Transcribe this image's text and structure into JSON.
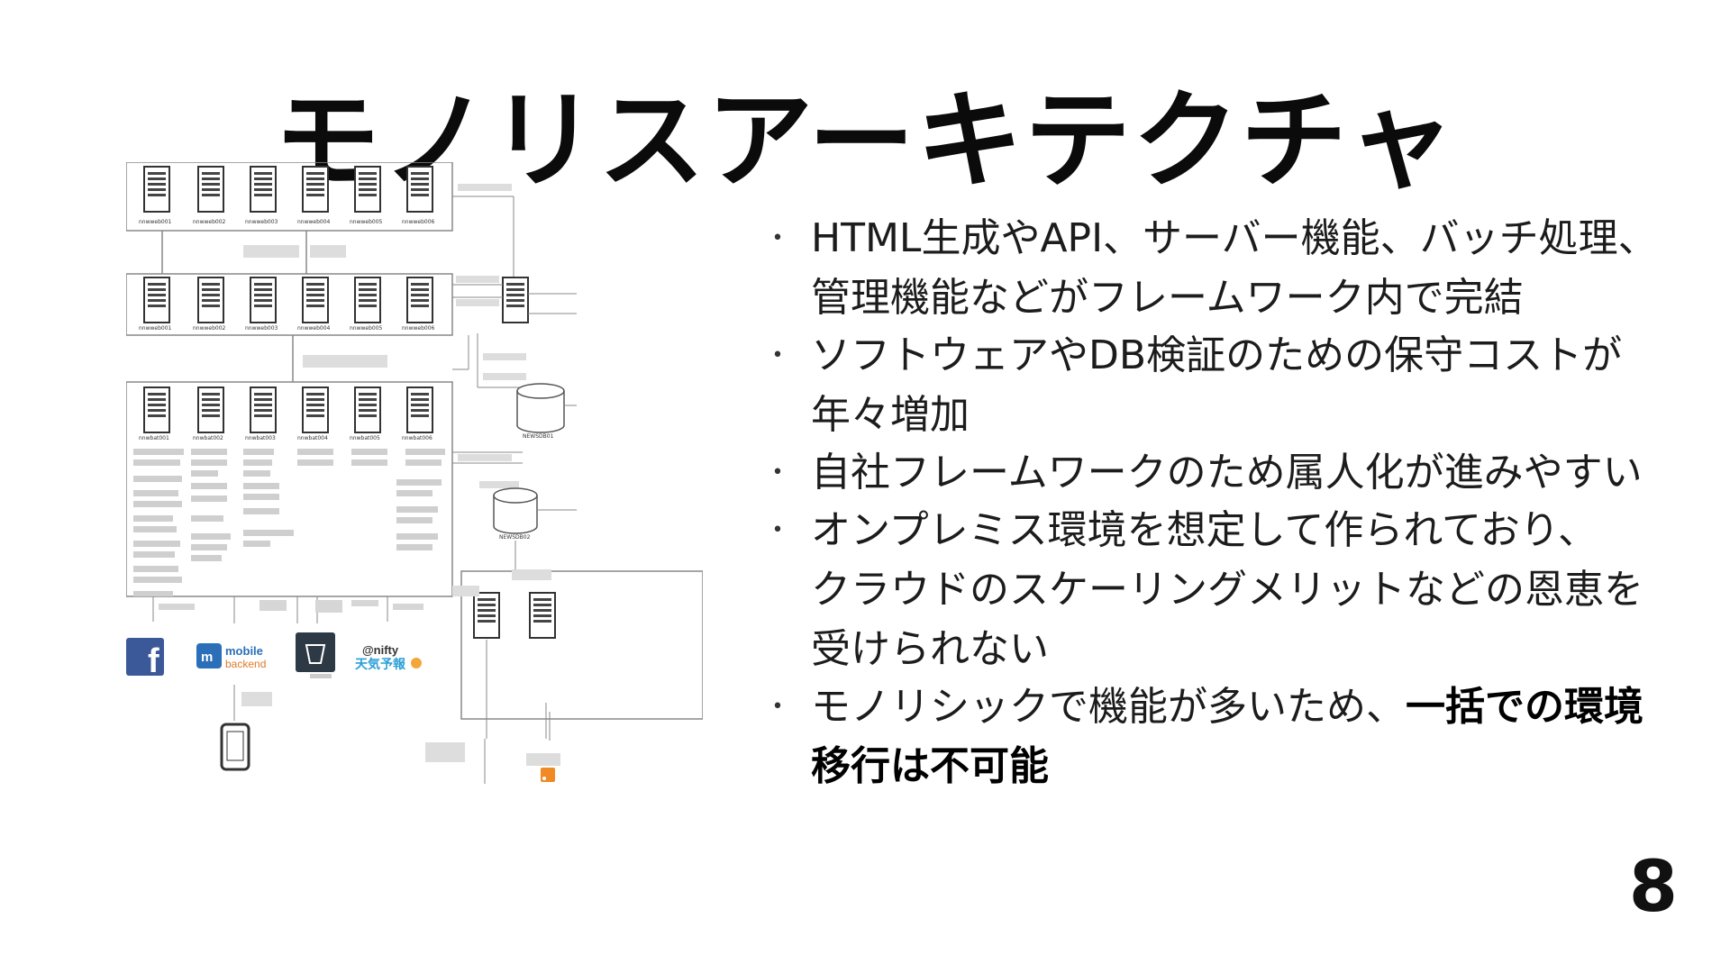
{
  "slide": {
    "title": "モノリスアーキテクチャ",
    "page_number": "8"
  },
  "bullets": [
    {
      "lines": [
        "HTML生成やAPI、サーバー機能、バッチ処理、",
        "管理機能などがフレームワーク内で完結"
      ]
    },
    {
      "lines": [
        "ソフトウェアやDB検証のための保守コストが",
        "年々増加"
      ]
    },
    {
      "lines": [
        "自社フレームワークのため属人化が進みやすい"
      ]
    },
    {
      "lines": [
        "オンプレミス環境を想定して作られており、",
        "クラウドのスケーリングメリットなどの恩恵を",
        "受けられない"
      ]
    },
    {
      "lines": [
        "モノリシックで機能が多いため、"
      ],
      "bold_tail": "一括での環境",
      "bold_line": "移行は不可能"
    }
  ],
  "diagram": {
    "server_row1_labels": [
      "nnwweb001",
      "nnwweb002",
      "nnwweb003",
      "nnwweb004",
      "nnwweb005",
      "nnwweb006"
    ],
    "server_row2_labels": [
      "nnwweb001",
      "nnwweb002",
      "nnwweb003",
      "nnwweb004",
      "nnwweb005",
      "nnwweb006"
    ],
    "server_row3_labels": [
      "nnwbat001",
      "nnwbat002",
      "nnwbat003",
      "nnwbat004",
      "nnwbat005",
      "nnwbat006"
    ],
    "db_labels": [
      "NEWSDB01",
      "NEWSDB02"
    ],
    "service_icons": [
      "facebook",
      "mobile backend",
      "cloud storage",
      "@nifty 天気予報"
    ],
    "mobile_backend_text": [
      "mobile",
      "backend"
    ],
    "nifty_text": [
      "@nifty",
      "天気予報"
    ]
  }
}
